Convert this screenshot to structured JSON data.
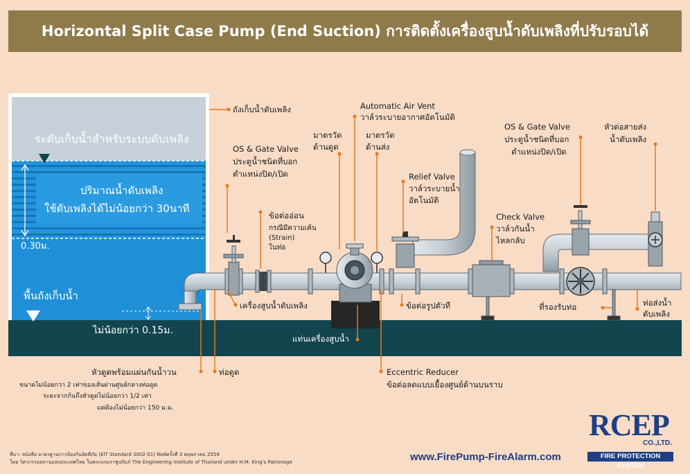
{
  "header": {
    "title": "Horizontal Split Case Pump (End Suction) การติดตั้งเครื่องสูบน้ำดับเพลิงที่ปรับรอบได้"
  },
  "tank": {
    "reserve_level": "ระดับเก็บน้ำสำหรับระบบดับเพลิง",
    "volume_line1": "ปริมาณน้ำดับเพลิง",
    "volume_line2": "ใช้ดับเพลิงได้ไม่น้อยกว่า 30นาที",
    "depth": "0.30ม.",
    "floor": "พื้นถังเก็บน้ำ",
    "min_clearance": "ไม่น้อยกว่า 0.15ม."
  },
  "labels": {
    "tank": "ถังเก็บน้ำดับเพลิง",
    "os_gate_1_title": "OS & Gate Valve",
    "os_gate_1_line1": "ประตูน้ำชนิดที่บอก",
    "os_gate_1_line2": "ตำแหน่งปิด/เปิด",
    "flex_title": "ข้อต่ออ่อน",
    "flex_line1": "กรณีมีความเค้น",
    "flex_line2": "(Strain)",
    "flex_line3": "ในท่อ",
    "gauge_suction_1": "มาตรวัด",
    "gauge_suction_2": "ด้านดูด",
    "air_vent_title": "Automatic Air Vent",
    "air_vent_desc": "วาล์วระบายอากาศอัตโนมัติ",
    "gauge_discharge_1": "มาตรวัด",
    "gauge_discharge_2": "ด้านส่ง",
    "relief_title": "Relief Valve",
    "relief_line1": "วาล์วระบายน้ำ",
    "relief_line2": "อัตโนมัติ",
    "check_title": "Check Valve",
    "check_line1": "วาล์วกันน้ำ",
    "check_line2": "ไหลกลับ",
    "os_gate_2_title": "OS & Gate Valve",
    "os_gate_2_line1": "ประตูน้ำชนิดที่บอก",
    "os_gate_2_line2": "ตำแหน่งปิด/เปิด",
    "hose_1": "หัวต่อสายส่ง",
    "hose_2": "น้ำดับเพลิง",
    "pump": "เครื่องสูบน้ำดับเพลิง",
    "taper": "ข้อต่อรูปตัวที",
    "support": "ที่รองรับท่อ",
    "discharge_1": "ท่อส่งน้ำ",
    "discharge_2": "ดับเพลิง",
    "base": "แท่นเครื่องสูบน้ำ",
    "suction_pipe": "ท่อดูด",
    "foot_title": "หัวดูดพร้อมแผ่นกันน้ำวน",
    "foot_line1": "ขนาดไม่น้อยกว่า 2 เท่าของเส้นผ่านศูนย์กลางท่อดูด",
    "foot_line2": "ระยะจากก้นถึงหัวดูดไม่น้อยกว่า 1/2 เท่า",
    "foot_line3": "แต่ต้องไม่น้อยกว่า 150 ม.ม.",
    "ecc_title": "Eccentric Reducer",
    "ecc_desc": "ข้อต่อลดแบบเยื้องศูนย์ด้านบนราบ"
  },
  "footer": {
    "line1": "ที่มา: หนังสือ มาตรฐานการป้องกันอัคคีภัย  (EIT Standard 3002-51) พิมพ์ครั้งที่ 3 พฤษภาคม 2559",
    "line2": "โดย วิศวกรรมสถานแห่งประเทศไทย ในพระบรมราชูปถัมภ์ The Engineering Institute of Thailand under H.M. King's Patronage",
    "website": "www.FirePump-FireAlarm.com"
  },
  "logo": {
    "name": "RCEP",
    "suffix": "CO.,LTD.",
    "tagline": "FIRE PROTECTION SYSTEM"
  },
  "colors": {
    "header": "#8f7a4a",
    "background": "#f9dcc6",
    "water": "#1f8fd8",
    "floor": "#12454e",
    "pipe": "#c4ccd2",
    "accent": "#e6781e",
    "brand": "#1d3f84"
  }
}
